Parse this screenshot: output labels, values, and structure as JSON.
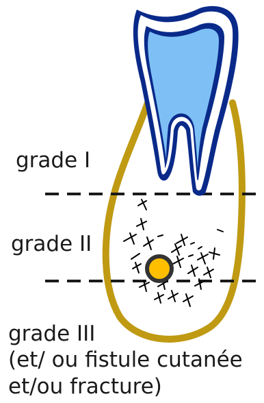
{
  "labels": {
    "grade_1": "grade I",
    "grade_2": "grade II",
    "grade_3": "grade III",
    "grade_3_note_line1": "(et/ ou fistule cutanée",
    "grade_3_note_line2": "et/ou fracture)"
  },
  "colors": {
    "tooth_outline": "#0a2a8a",
    "tooth_enamel": "#ffffff",
    "tooth_pulp": "#7ec0f5",
    "bone_outline": "#bf9a12",
    "lesion_core": "#ffbf00",
    "lesion_core_border": "#333333",
    "grade_lines": "#1a1a1a",
    "bone_marks": "#000000"
  }
}
